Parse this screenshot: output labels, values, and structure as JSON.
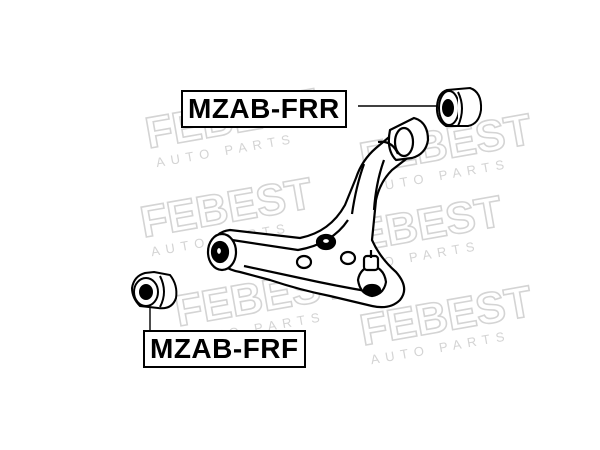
{
  "labels": {
    "rear_bushing": "MZAB-FRR",
    "front_bushing": "MZAB-FRF"
  },
  "watermark": {
    "brand": "FEBEST",
    "tagline": "AUTO PARTS"
  },
  "colors": {
    "line": "#000000",
    "watermark": "#d9d9d9",
    "background": "#ffffff"
  }
}
